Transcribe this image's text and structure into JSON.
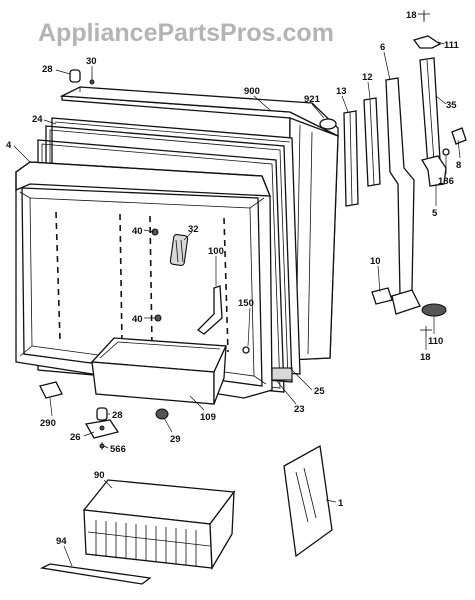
{
  "watermark": "AppliancePartsPros.com",
  "callouts": [
    {
      "id": "c-18-top",
      "text": "18"
    },
    {
      "id": "c-111",
      "text": "111"
    },
    {
      "id": "c-28-top",
      "text": "28"
    },
    {
      "id": "c-30",
      "text": "30"
    },
    {
      "id": "c-6",
      "text": "6"
    },
    {
      "id": "c-900",
      "text": "900"
    },
    {
      "id": "c-921",
      "text": "921"
    },
    {
      "id": "c-13",
      "text": "13"
    },
    {
      "id": "c-12",
      "text": "12"
    },
    {
      "id": "c-35",
      "text": "35"
    },
    {
      "id": "c-24",
      "text": "24"
    },
    {
      "id": "c-4",
      "text": "4"
    },
    {
      "id": "c-8",
      "text": "8"
    },
    {
      "id": "c-186",
      "text": "186"
    },
    {
      "id": "c-5",
      "text": "5"
    },
    {
      "id": "c-40-top",
      "text": "40"
    },
    {
      "id": "c-32",
      "text": "32"
    },
    {
      "id": "c-100",
      "text": "100"
    },
    {
      "id": "c-10",
      "text": "10"
    },
    {
      "id": "c-40-bot",
      "text": "40"
    },
    {
      "id": "c-150",
      "text": "150"
    },
    {
      "id": "c-110",
      "text": "110"
    },
    {
      "id": "c-18-bot",
      "text": "18"
    },
    {
      "id": "c-25",
      "text": "25"
    },
    {
      "id": "c-23",
      "text": "23"
    },
    {
      "id": "c-109",
      "text": "109"
    },
    {
      "id": "c-290",
      "text": "290"
    },
    {
      "id": "c-28-bot",
      "text": "28"
    },
    {
      "id": "c-26",
      "text": "26"
    },
    {
      "id": "c-566",
      "text": "566"
    },
    {
      "id": "c-29",
      "text": "29"
    },
    {
      "id": "c-90",
      "text": "90"
    },
    {
      "id": "c-1",
      "text": "1"
    },
    {
      "id": "c-94",
      "text": "94"
    }
  ]
}
